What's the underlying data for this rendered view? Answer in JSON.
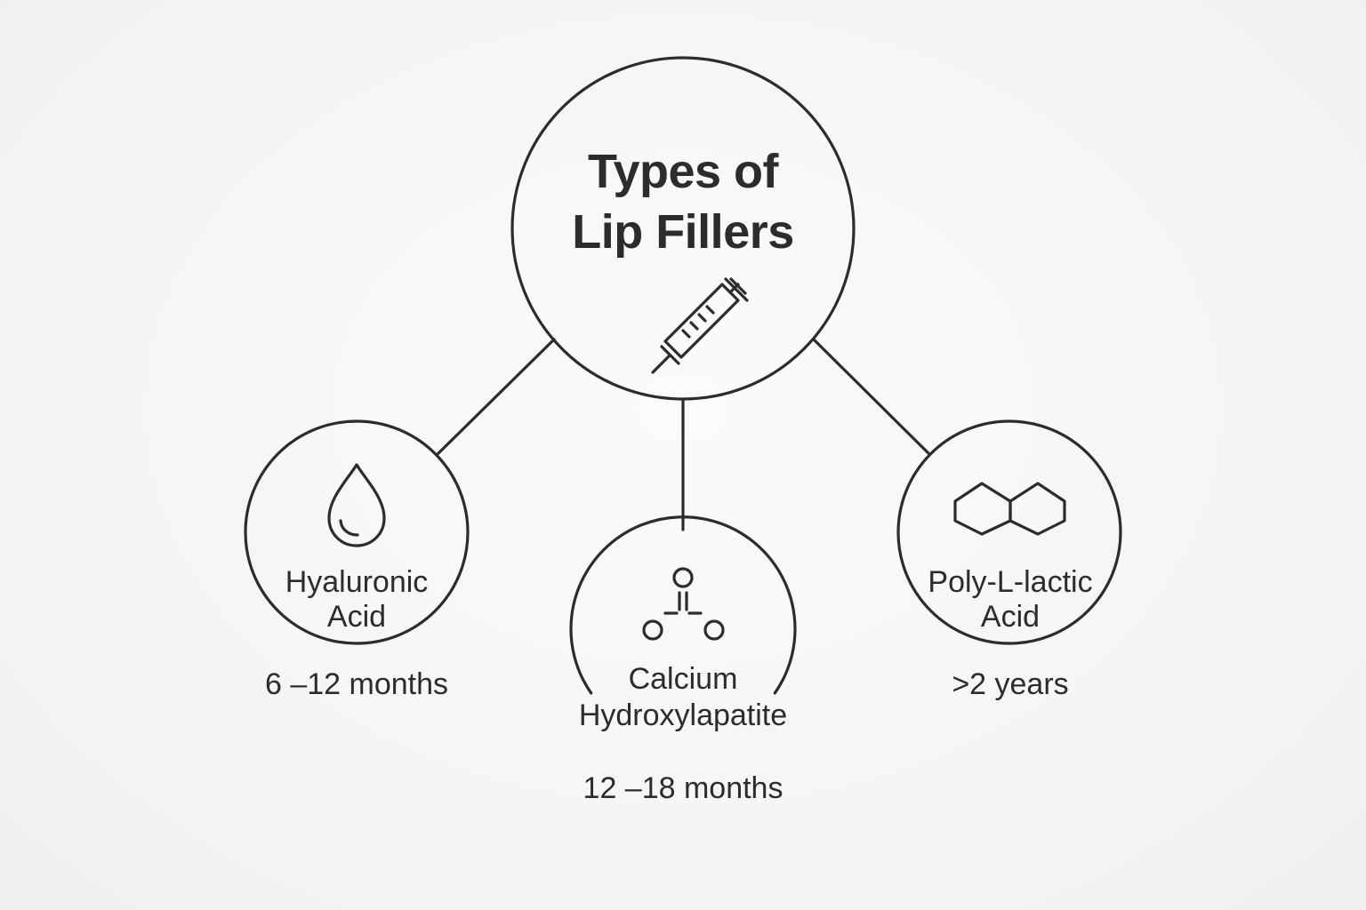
{
  "title": {
    "line1": "Types of",
    "line2": "Lip Fillers",
    "icon": "syringe-icon"
  },
  "nodes": [
    {
      "id": "hyaluronic-acid",
      "line1": "Hyaluronic",
      "line2": "Acid",
      "duration": "6 –12 months",
      "icon": "droplet-icon"
    },
    {
      "id": "calcium-hydroxylapatite",
      "line1": "Calcium",
      "line2": "Hydroxylapatite",
      "duration": "12 –18 months",
      "icon": "molecule-icon"
    },
    {
      "id": "poly-l-lactic-acid",
      "line1": "Poly-L-lactic",
      "line2": "Acid",
      "duration": ">2 years",
      "icon": "hexagon-rings-icon"
    }
  ],
  "colors": {
    "stroke": "#2c2c2c",
    "background": "#f6f6f6"
  }
}
